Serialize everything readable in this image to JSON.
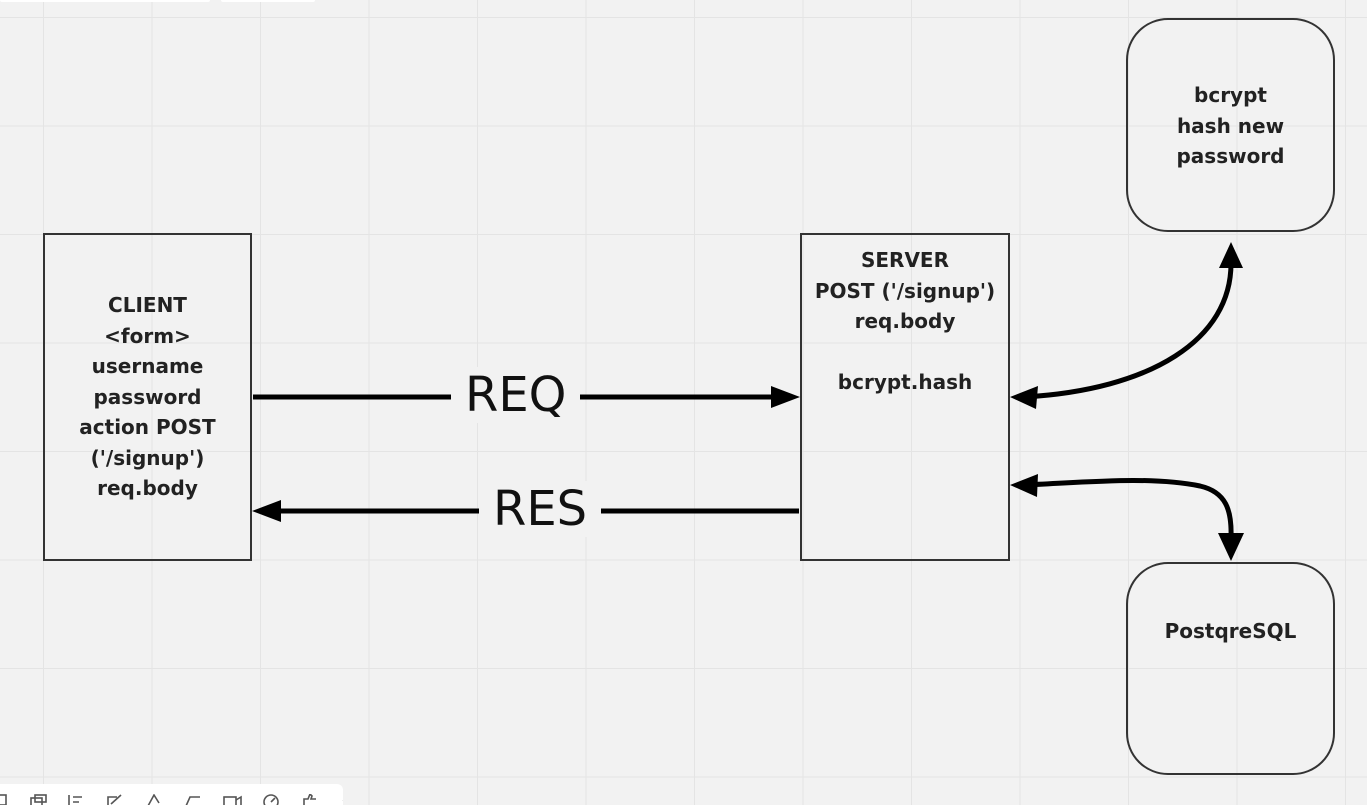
{
  "client": {
    "lines": [
      "CLIENT",
      "<form>",
      "username",
      "password",
      "action POST",
      "('/signup')",
      "req.body"
    ]
  },
  "server": {
    "lines": [
      "SERVER",
      "POST ('/signup')",
      "req.body"
    ],
    "extra": "bcrypt.hash"
  },
  "bcrypt_box": {
    "lines": [
      "bcrypt",
      "hash new",
      "password"
    ]
  },
  "postgres_box": {
    "label": "PostqreSQL"
  },
  "arrows": {
    "request": "REQ",
    "response": "RES"
  },
  "toolbar": {
    "icons": [
      "frame-icon",
      "copy-icon",
      "align-icon",
      "expand-icon",
      "pen-icon",
      "comment-icon",
      "video-icon",
      "timer-icon",
      "like-icon",
      "collapse-icon"
    ]
  }
}
